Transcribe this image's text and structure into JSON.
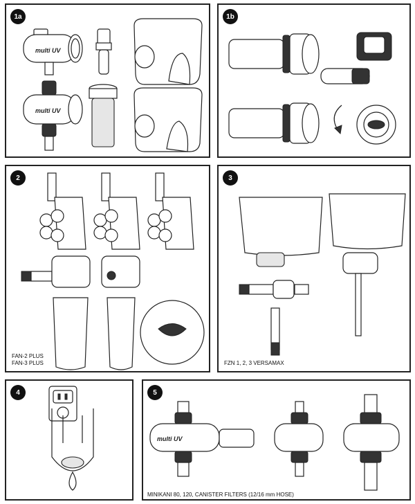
{
  "panels": {
    "p1a": {
      "label": "1a",
      "brand": "multi UV"
    },
    "p1b": {
      "label": "1b"
    },
    "p2": {
      "label": "2",
      "caption_line1": "FAN-2 PLUS",
      "caption_line2": "FAN-3 PLUS"
    },
    "p3": {
      "label": "3",
      "caption": "FZN 1, 2, 3 VERSAMAX"
    },
    "p4": {
      "label": "4"
    },
    "p5": {
      "label": "5",
      "brand": "multi UV",
      "caption": "MINIKANI 80, 120, CANISTER FILTERS (12/16 mm HOSE)"
    }
  }
}
